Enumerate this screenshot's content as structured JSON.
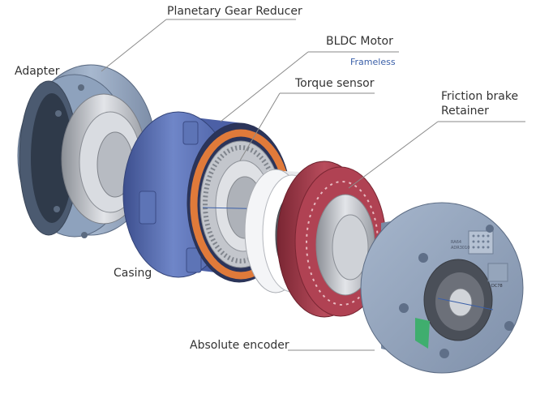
{
  "labels": {
    "planetary_gear_reducer": "Planetary Gear Reducer",
    "adapter": "Adapter",
    "bldc_motor": "BLDC Motor",
    "frameless": "Frameless",
    "torque_sensor": "Torque sensor",
    "friction_brake": "Friction brake",
    "retainer": "Retainer",
    "casing": "Casing",
    "absolute_encoder": "Absolute encoder"
  },
  "part_markings": {
    "encoder_code": "RA64",
    "encoder_code2": "ADR3010",
    "encoder_side": "DC78"
  },
  "colors": {
    "adapter_blue": "#8fa4be",
    "casing_blue": "#5f75b8",
    "orange_ring": "#e07a3a",
    "brake_red": "#a83a4a",
    "steel": "#c9ccd2",
    "leader_line": "#8a8a8a"
  }
}
